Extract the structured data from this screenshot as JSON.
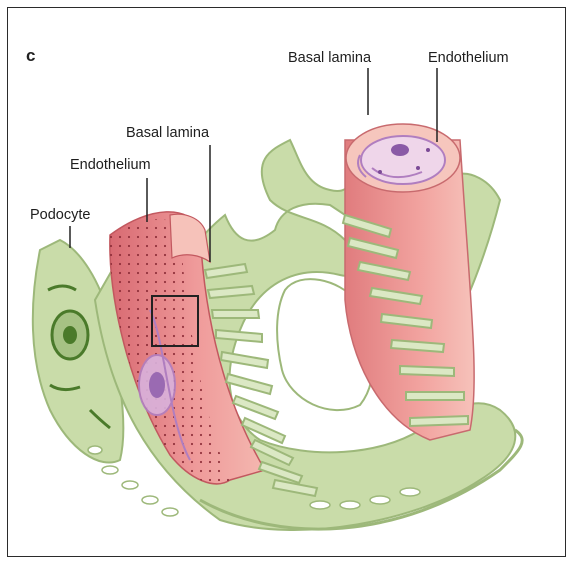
{
  "figure": {
    "panel_letter": "c",
    "labels": {
      "basal_lamina_top": "Basal lamina",
      "endothelium_top": "Endothelium",
      "basal_lamina_left": "Basal lamina",
      "endothelium_left": "Endothelium",
      "podocyte": "Podocyte"
    },
    "colors": {
      "podocyte_green": "#c9dca9",
      "podocyte_outline": "#9db87a",
      "nucleus_green": "#4a7a2a",
      "capillary_pink": "#e07c7e",
      "capillary_light": "#f3aaa6",
      "endothelium_purple": "#b07ec0",
      "zoom_box": "#222222"
    }
  }
}
